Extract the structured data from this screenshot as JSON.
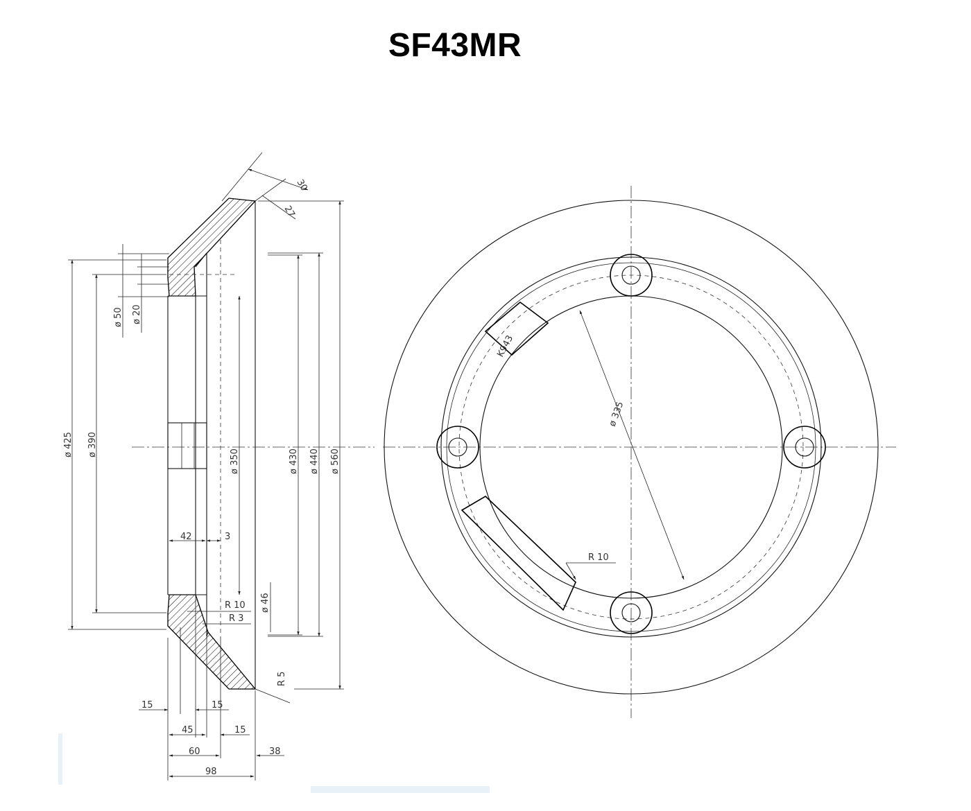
{
  "title": "SF43MR",
  "left_view": {
    "dims": {
      "d425": "ø 425",
      "d390": "ø 390",
      "d50": "ø 50",
      "d20": "ø 20",
      "d350": "ø 350",
      "d430": "ø 430",
      "d440": "ø 440",
      "d560": "ø 560",
      "d46": "ø 46",
      "t30": "30",
      "t27": "27",
      "w42": "42",
      "w3": "3",
      "r10": "R 10",
      "r3": "R 3",
      "r5": "R 5",
      "b15a": "15",
      "b15b": "15",
      "b45": "45",
      "b15c": "15",
      "b60": "60",
      "b38": "38",
      "b98": "98"
    }
  },
  "right_view": {
    "d335": "ø 335",
    "r10": "R 10",
    "marking": "K943"
  }
}
